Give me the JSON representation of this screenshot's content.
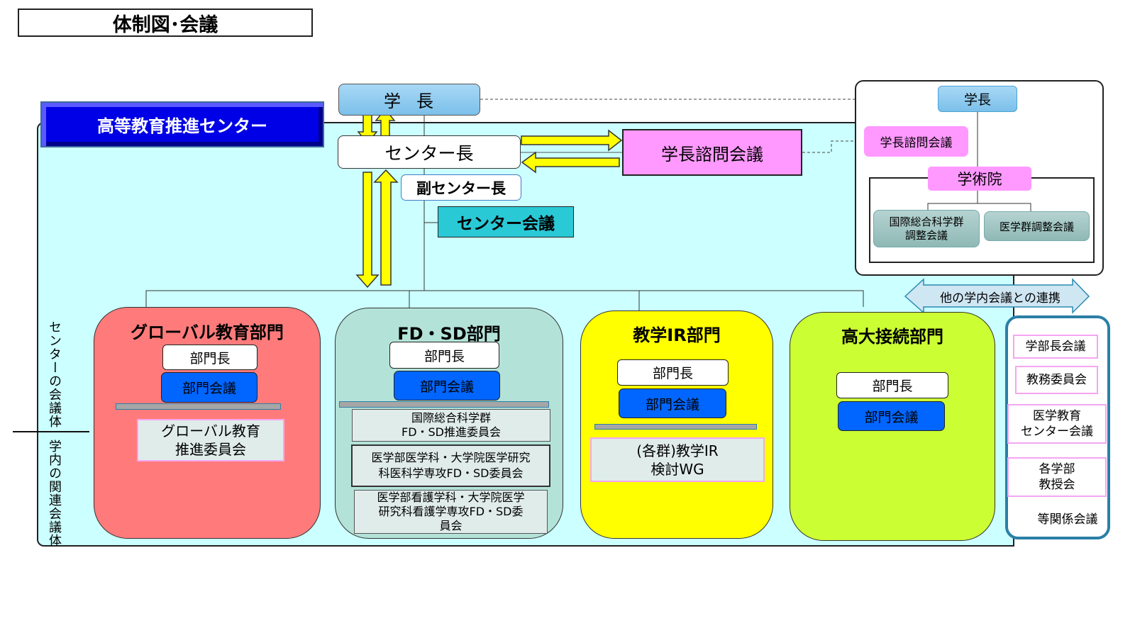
{
  "page_title": "体制図･会議",
  "center": {
    "banner": "高等教育推進センター",
    "president": "学長",
    "center_head": "センター長",
    "vice_head": "副センター長",
    "center_meeting": "センター会議",
    "advisory_council": "学長諮問会議",
    "side_labels": {
      "center_bodies": "センターの会議体",
      "related_bodies": "学内の関連会議体"
    }
  },
  "university": {
    "president": "学長",
    "advisory_council": "学長諮問会議",
    "academy": "学術院",
    "councils": [
      {
        "line1": "国際総合科学群",
        "line2": "調整会議"
      },
      {
        "line1": "医学群調整会議",
        "line2": ""
      }
    ]
  },
  "collaboration_label": "他の学内会議との連携",
  "related_meetings": [
    {
      "line1": "学部長会議",
      "line2": ""
    },
    {
      "line1": "教務委員会",
      "line2": ""
    },
    {
      "line1": "医学教育",
      "line2": "センター会議"
    },
    {
      "line1": "各学部",
      "line2": "教授会"
    },
    {
      "line1": "等関係会議",
      "line2": ""
    }
  ],
  "departments": [
    {
      "title": "グローバル教育部門",
      "head": "部門長",
      "meeting": "部門会議",
      "committees": [
        {
          "line1": "グローバル教育",
          "line2": "推進委員会",
          "line3": ""
        }
      ],
      "color": "#ff7b7b"
    },
    {
      "title": "FD・SD部門",
      "head": "部門長",
      "meeting": "部門会議",
      "committees": [
        {
          "line1": "国際総合科学群",
          "line2": "FD・SD推進委員会",
          "line3": ""
        },
        {
          "line1": "医学部医学科・大学院医学研究",
          "line2": "科医科学専攻FD・SD委員会",
          "line3": ""
        },
        {
          "line1": "医学部看護学科・大学院医学",
          "line2": "研究科看護学専攻FD・SD委",
          "line3": "員会"
        }
      ],
      "color": "#b3e3d8"
    },
    {
      "title": "教学IR部門",
      "head": "部門長",
      "meeting": "部門会議",
      "committees": [
        {
          "line1": "(各群)教学IR",
          "line2": "検討WG",
          "line3": ""
        }
      ],
      "color": "#ffff00"
    },
    {
      "title": "高大接続部門",
      "head": "部門長",
      "meeting": "部門会議",
      "committees": [],
      "color": "#ccff33"
    }
  ],
  "colors": {
    "center_area": "#ccffff",
    "banner": "#0000e6",
    "arrow_fill": "#ffff00",
    "meeting_blue": "#0066ff",
    "pink": "#ff99ff",
    "teal_meeting": "#29c9d6"
  }
}
